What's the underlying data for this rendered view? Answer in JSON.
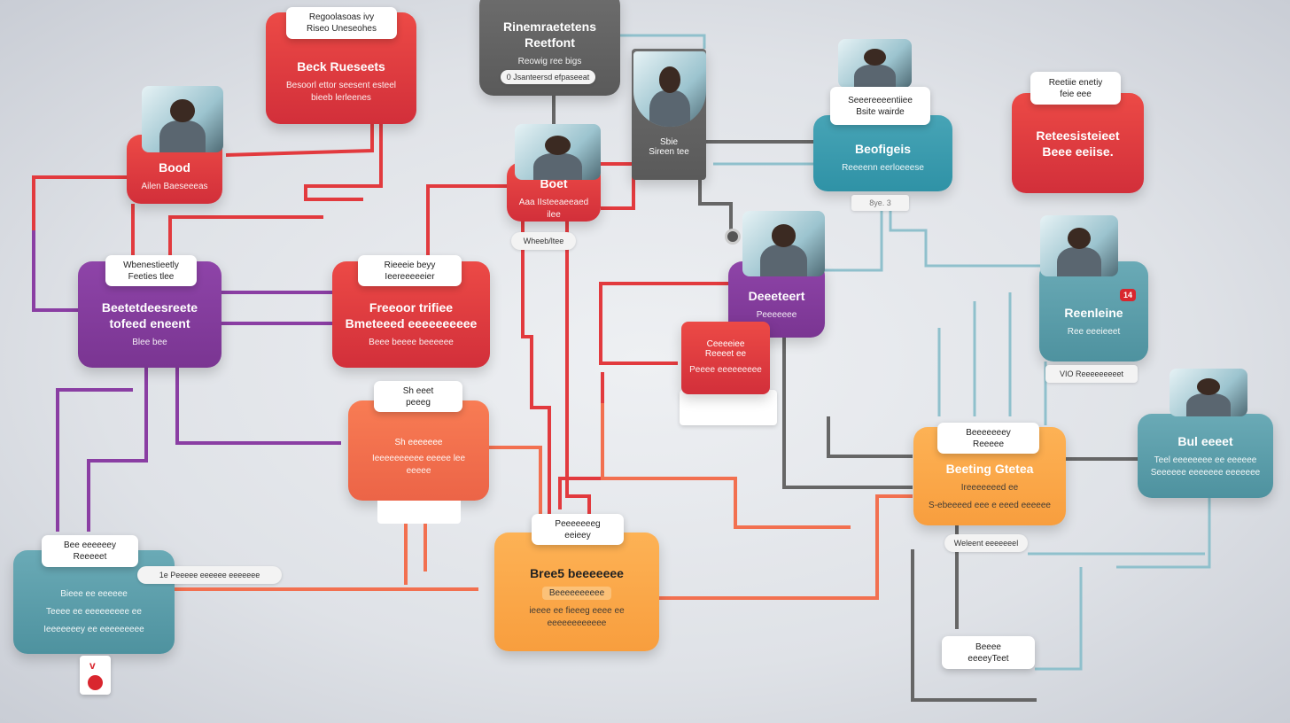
{
  "nodes": {
    "top_red": {
      "label": [
        "Regoolasoas ivy",
        "Riseo Uneseohes"
      ],
      "title": "Beck Rueseets",
      "sub": [
        "Besoorl ettor seesent esteel",
        "bieeb lerleenes"
      ]
    },
    "gray_top": {
      "title": [
        "Rinemraetetens",
        "Reetfont"
      ],
      "sub": "Reowig ree bigs",
      "pill": "0 Jsanteersd efpaseeat"
    },
    "bood": {
      "title": "Bood",
      "sub": "Ailen Baeseeeas"
    },
    "boet": {
      "title": "Boet",
      "sub": "Aaa IIsteeaeeaed ilee",
      "pill": "Wheeb/ltee"
    },
    "gray_photo": {
      "title": "Sbie",
      "sub": "Sireen tee"
    },
    "teal_top": {
      "label": [
        "Seeereeeentiiee",
        "Bsite wairde"
      ],
      "title": "Beofigeis",
      "sub": "Reeeenn eerloeeese",
      "tag": "8ye. 3"
    },
    "red_right": {
      "label": [
        "Reetiie enetiy",
        "feie eee"
      ],
      "title": [
        "Reteesisteieet",
        "Beee eeiise."
      ]
    },
    "purple_left": {
      "label": [
        "Wbenestieetly",
        "Feeties tlee"
      ],
      "title": [
        "Beetetdeesreete",
        "tofeed eneent"
      ],
      "sub": "Blee bee"
    },
    "red_center": {
      "label": [
        "Rieeeie beyy",
        "Ieereeeeeier"
      ],
      "title": [
        "Freeoor trifiee",
        "Bmeteeed eeeeeeeeee"
      ],
      "sub": "Beee beeee beeeeee"
    },
    "purple_mid": {
      "title": "Deeeteert",
      "sub": "Peeeeeee"
    },
    "red_small": {
      "title": [
        "Ceeeeiee",
        "Reeeet ee"
      ],
      "sub": "Peeee eeeeeeeee"
    },
    "teal_right": {
      "title": "Reenleine",
      "sub": "Ree eeeieeet",
      "badge": "14",
      "pill": "VIO Reeeeeeeeet"
    },
    "orange_center": {
      "label": [
        "Sh eeet",
        "peeeg"
      ],
      "title": "Sh eeeeeee",
      "sub": [
        "Ieeeeeeeeee eeeee lee",
        "eeeee"
      ]
    },
    "teal_far": {
      "title": "Bul eeeet",
      "sub": [
        "Teel eeeeeeee ee eeeeee",
        "Seeeeee eeeeeee eeeeeee"
      ]
    },
    "amber_right": {
      "label": [
        "Beeeeeeey",
        "Reeeee"
      ],
      "title": "Beeting Gtetea",
      "sub": [
        "Ireeeeeeed ee",
        "S-ebeeeed eee e eeed eeeeee"
      ],
      "pill": "Weleent eeeeeeel"
    },
    "amber_bottom": {
      "label": [
        "Peeeeeeeg",
        "eeieey"
      ],
      "title": "Bree5 beeeeeee",
      "pill": "Beeeeeeeeee",
      "sub": [
        "ieeee ee fieeeg eeee ee",
        "eeeeeeeeeeee"
      ]
    },
    "teal_left": {
      "label": [
        "Bee eeeeeey",
        "Reeeeet"
      ],
      "sub": [
        "Bieee ee eeeeee",
        "Teeee ee eeeeeeeee ee",
        "Ieeeeeeey ee eeeeeeeee"
      ],
      "pill": "1e Peeeee eeeeee eeeeeee"
    },
    "bottom_label": [
      "Beeee",
      "eeeeyTeet"
    ]
  },
  "colors": {
    "red": "#e03a3f",
    "purple": "#8a3ea3",
    "teal": "#3a9db0",
    "orange": "#f27050",
    "amber": "#fca84a",
    "gray": "#636363"
  }
}
